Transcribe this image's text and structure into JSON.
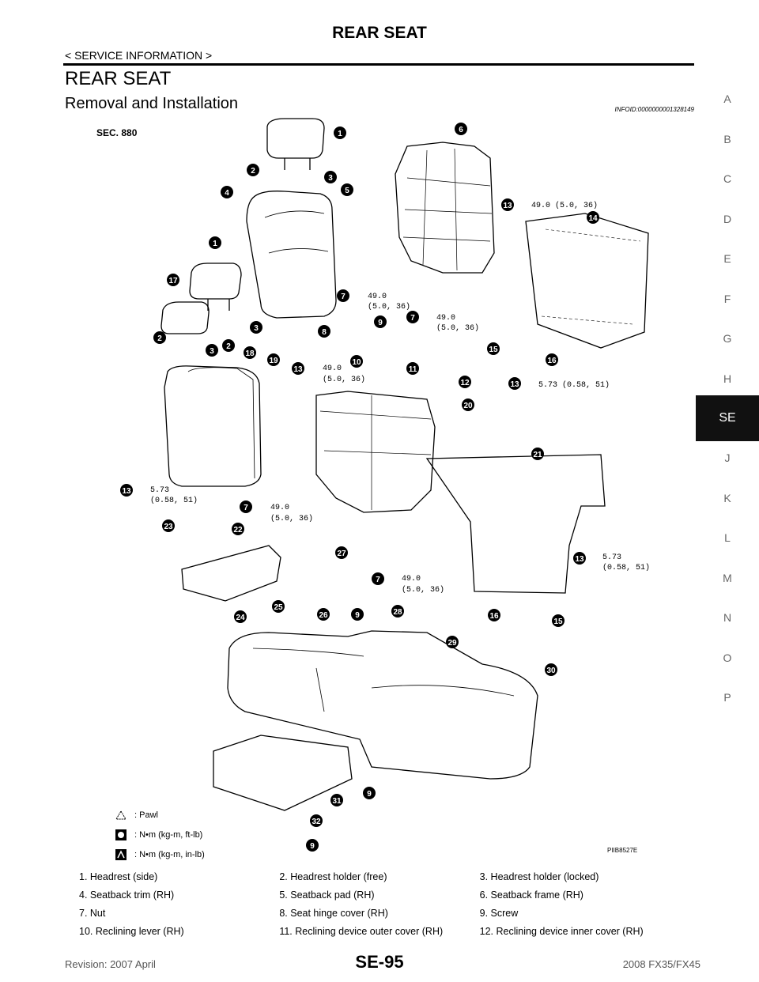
{
  "header": {
    "title": "REAR SEAT",
    "breadcrumb": "< SERVICE INFORMATION >"
  },
  "section": {
    "title": "REAR SEAT",
    "subtitle": "Removal and Installation",
    "info_id": "INFOID:0000000001328149"
  },
  "side_tabs": [
    {
      "label": "A"
    },
    {
      "label": "B"
    },
    {
      "label": "C"
    },
    {
      "label": "D"
    },
    {
      "label": "E"
    },
    {
      "label": "F"
    },
    {
      "label": "G"
    },
    {
      "label": "H"
    },
    {
      "label": "SE"
    },
    {
      "label": "J"
    },
    {
      "label": "K"
    },
    {
      "label": "L"
    },
    {
      "label": "M"
    },
    {
      "label": "N"
    },
    {
      "label": "O"
    },
    {
      "label": "P"
    }
  ],
  "figure": {
    "section_label": "SEC. 880",
    "code": "PIIB8527E",
    "torque_labels": {
      "t1": "49.0 (5.0, 36)",
      "t2_a": "49.0",
      "t2_b": "(5.0, 36)",
      "t3_a": "49.0",
      "t3_b": "(5.0, 36)",
      "t4_a": "49.0",
      "t4_b": "(5.0, 36)",
      "t5": "5.73 (0.58, 51)",
      "t6_a": "5.73",
      "t6_b": "(0.58, 51)",
      "t7_a": "49.0",
      "t7_b": "(5.0, 36)",
      "t8_a": "49.0",
      "t8_b": "(5.0, 36)",
      "t9_a": "5.73",
      "t9_b": "(0.58, 51)"
    },
    "callouts": {
      "c1": "1",
      "c2": "2",
      "c3": "3",
      "c4": "4",
      "c5": "5",
      "c6": "6",
      "c7": "7",
      "c8": "8",
      "c9": "9",
      "c10": "10",
      "c11": "11",
      "c12": "12",
      "c13": "13",
      "c14": "14",
      "c15": "15",
      "c16": "16",
      "c17": "17",
      "c18": "18",
      "c19": "19",
      "c20": "20",
      "c21": "21",
      "c22": "22",
      "c23": "23",
      "c24": "24",
      "c25": "25",
      "c26": "26",
      "c27": "27",
      "c28": "28",
      "c29": "29",
      "c30": "30",
      "c31": "31",
      "c32": "32"
    }
  },
  "legend": [
    {
      "icon": "pawl-icon",
      "text": ": Pawl"
    },
    {
      "icon": "torque-ft-lb-icon",
      "text": ": N•m (kg-m, ft-lb)"
    },
    {
      "icon": "torque-in-lb-icon",
      "text": ": N•m (kg-m, in-lb)"
    }
  ],
  "parts_list": [
    [
      "1. Headrest (side)",
      "2. Headrest holder (free)",
      "3. Headrest holder (locked)"
    ],
    [
      "4. Seatback trim (RH)",
      "5. Seatback pad (RH)",
      "6. Seatback frame (RH)"
    ],
    [
      "7. Nut",
      "8. Seat hinge cover (RH)",
      "9. Screw"
    ],
    [
      "10. Reclining lever (RH)",
      "11. Reclining device outer cover (RH)",
      "12. Reclining device inner cover (RH)"
    ]
  ],
  "footer": {
    "page_number": "SE-95",
    "revision": "Revision: 2007 April",
    "model": "2008 FX35/FX45"
  }
}
